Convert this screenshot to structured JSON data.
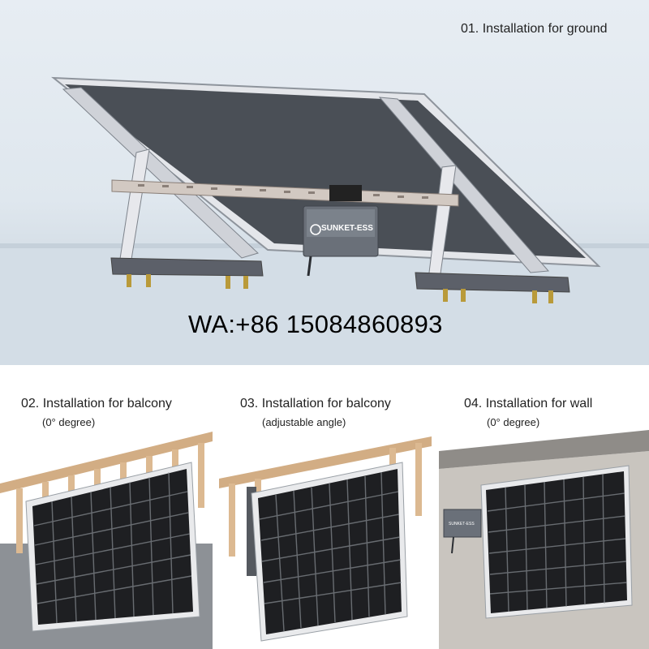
{
  "ground": {
    "caption": "01. Installation for ground",
    "box_brand": "SUNKET-ESS"
  },
  "contact": {
    "whatsapp": "WA:+86 15084860893"
  },
  "balcony_flat": {
    "caption": "02. Installation for balcony",
    "sub": "(0° degree)"
  },
  "balcony_angle": {
    "caption": "03. Installation for balcony",
    "sub": "(adjustable angle)"
  },
  "wall": {
    "caption": "04. Installation for wall",
    "sub": "(0° degree)",
    "box_brand": "SUNKET-ESS"
  }
}
